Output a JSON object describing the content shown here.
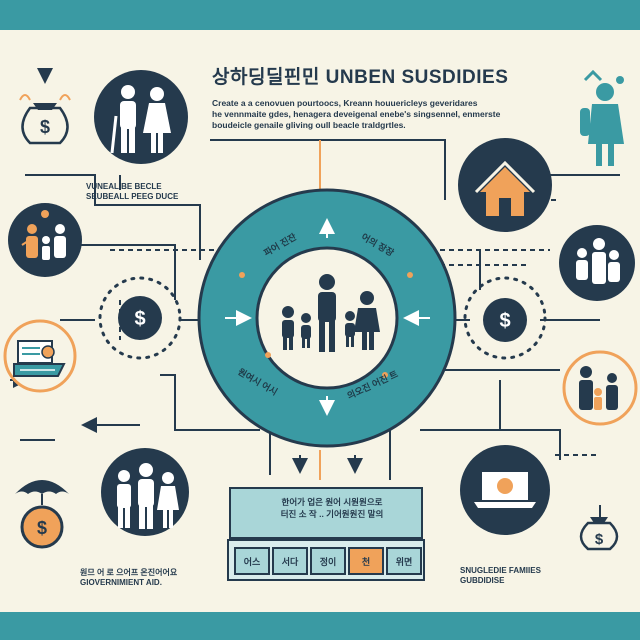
{
  "title": "상하딩딜핀민 UNBEN SUSDIDIES",
  "intro": [
    "Create a a cenovuen pourtoocs, Kreann houuericleys geveridares",
    "he vennmaite gdes, henagera deveigenal enebe's singsennel, enmerste",
    "boudeicle genaile gliving oull beacle traldgrtles."
  ],
  "captions": {
    "vulnerable": [
      "VUNEALIBE BECLE",
      "SEUBEALL PEEG DUCE"
    ],
    "government": [
      "원므 어 로 으어프 온진어어요",
      "GIOVERNIMIENT AID."
    ],
    "families": [
      "SNUGLEDIE FAMIIES",
      "GUBDIDISE"
    ]
  },
  "ring_labels": [
    "파어 진잔",
    "어의 장장",
    "원여시 어시",
    "의오진 어진 트"
  ],
  "panel": {
    "lines": [
      "한어가 업은 원어 시원원으로",
      "터진 소 작 .. 기어원원진 말의"
    ],
    "tabs": [
      {
        "label": "어스",
        "highlight": false
      },
      {
        "label": "서다",
        "highlight": false
      },
      {
        "label": "정이",
        "highlight": false
      },
      {
        "label": "천",
        "highlight": true
      },
      {
        "label": "위면",
        "highlight": true
      }
    ]
  },
  "icons": [
    "money-bag-icon",
    "elderly-couple-icon",
    "family-group-icon",
    "dollar-coin-icon",
    "document-stack-icon",
    "umbrella-coin-icon",
    "three-people-icon",
    "house-icon",
    "family-of-four-icon",
    "parent-children-icon",
    "laptop-icon",
    "person-with-child-icon"
  ],
  "colors": {
    "teal": "#3a9aa3",
    "navy": "#253a4d",
    "orange": "#f0a25a",
    "background": "#f7f4e6"
  }
}
